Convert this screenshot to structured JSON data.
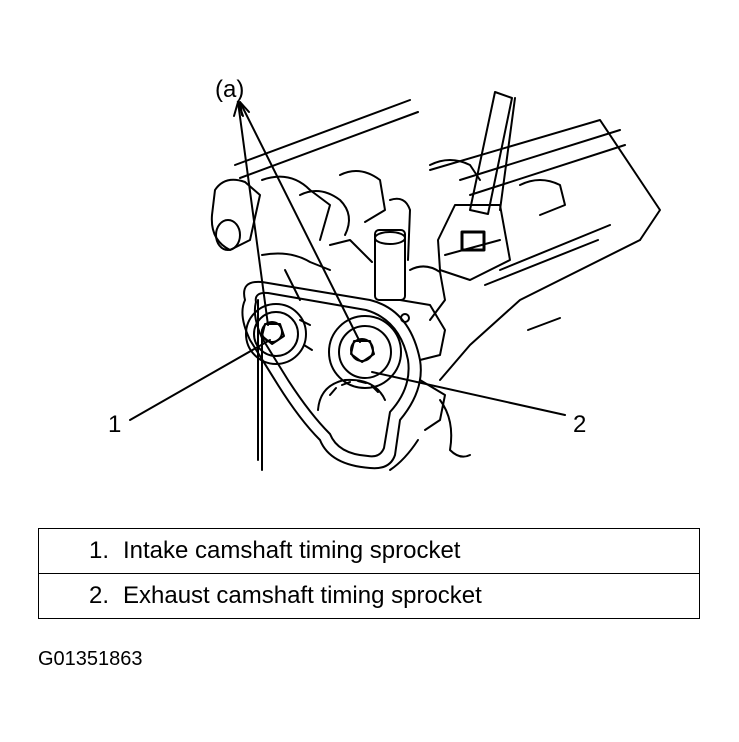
{
  "callouts": {
    "a": "(a)",
    "one": "1",
    "two": "2"
  },
  "legend": {
    "rows": [
      {
        "num": "1.",
        "label": "Intake camshaft timing sprocket"
      },
      {
        "num": "2.",
        "label": "Exhaust camshaft timing sprocket"
      }
    ]
  },
  "figure_id": "G01351863"
}
